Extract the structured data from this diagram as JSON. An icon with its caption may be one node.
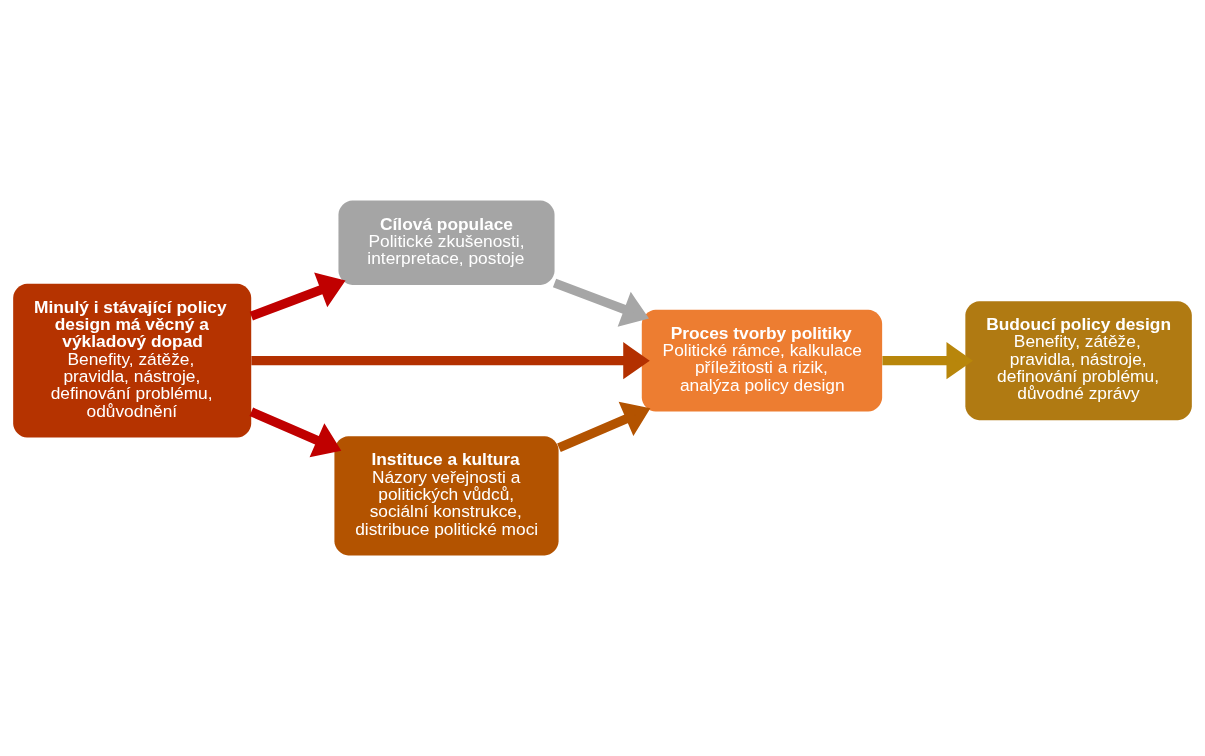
{
  "diagram": {
    "nodes": [
      {
        "text": [
          "Cílová populace",
          "Politické zkušenosti, interpretace, postoje"
        ]
      },
      {
        "text": [
          "Minulý i stávající policy design má věcný a výkladový dopad",
          "Benefity, zátěže, pravidla, nástroje, definování problému, odůvodnění"
        ]
      },
      {
        "text": [
          "Proces tvorby politiky",
          "Politické rámce, kalkulace příležitosti a rizik, analýza policy design"
        ]
      },
      {
        "text": [
          "Budoucí policy design",
          "Benefity, zátěže, pravidla, nástroje, definování problému, důvodné zprávy"
        ]
      },
      {
        "text": [
          "Instituce a kultura",
          "Názory veřejnosti a politických vůdců, sociální konstrukce, distribuce politické moci"
        ]
      }
    ],
    "edges": [
      {
        "from": 1,
        "to": 0,
        "arrow": "to",
        "color": "#c00000"
      },
      {
        "from": 1,
        "to": 4,
        "arrow": "to",
        "color": "#c00000"
      },
      {
        "from": 1,
        "to": 2,
        "arrow": "to",
        "color": "#b33000"
      },
      {
        "from": 0,
        "to": 2,
        "arrow": "to",
        "color": "#a6a6a6"
      },
      {
        "from": 4,
        "to": 2,
        "arrow": "to",
        "color": "#b35300"
      },
      {
        "from": 2,
        "to": 3,
        "arrow": "to",
        "color": "#b8860b"
      }
    ]
  }
}
